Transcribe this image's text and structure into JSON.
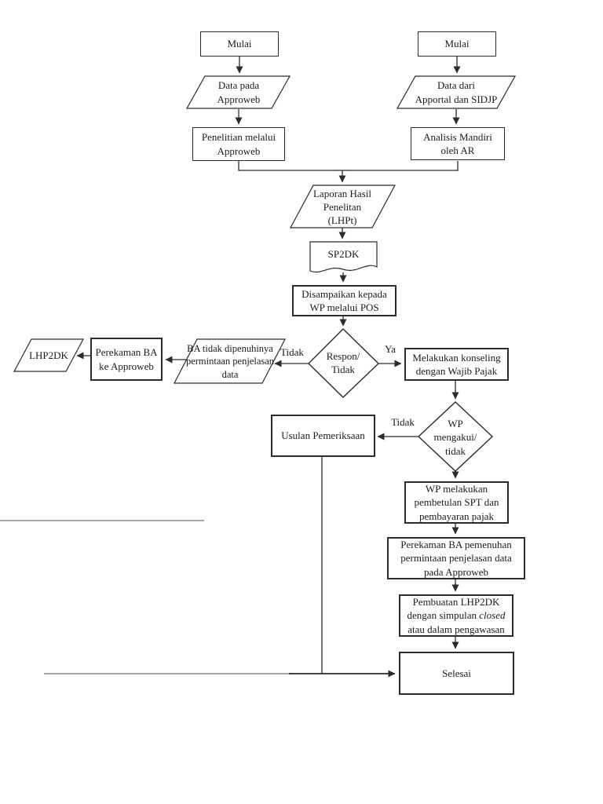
{
  "document_type": "flowchart-page",
  "colors": {
    "background": "#ffffff",
    "line": "#2b2b2b",
    "gray_line": "#8c8c8c",
    "border": "#2b2b2b",
    "text": "#1b1b1b"
  },
  "nodes": {
    "mulai_left": "Mulai",
    "data_pada_approweb": [
      "Data pada",
      "Approweb"
    ],
    "penelitian_melalui_approweb": [
      "Penelitian melalui",
      "Approweb"
    ],
    "mulai_right": "Mulai",
    "data_dari_apportal_sidjp": [
      "Data dari",
      "Apportal dan SIDJP"
    ],
    "analisis_mandiri_oleh_ar": [
      "Analisis Mandiri",
      "oleh AR"
    ],
    "laporan_hasil_penelitan": [
      "Laporan Hasil",
      "Penelitan",
      "(LHPt)"
    ],
    "sp2dk": "SP2DK",
    "disampaikan_kepada_wp": [
      "Disampaikan kepada",
      "WP melalui POS"
    ],
    "respon_tidak": [
      "Respon/",
      "Tidak"
    ],
    "melakukan_konseling": [
      "Melakukan konseling",
      "dengan Wajib Pajak"
    ],
    "ba_tidak_dipenuhinya": [
      "BA tidak dipenuhinya",
      "permintaan penjelasan",
      "data"
    ],
    "perekaman_ba_ke_approweb": [
      "Perekaman BA",
      "ke Approweb"
    ],
    "lhp2dk": "LHP2DK",
    "wp_mengakui_tidak": [
      "WP",
      "mengakui/",
      "tidak"
    ],
    "usulan_pemeriksaan": "Usulan Pemeriksaan",
    "wp_melakukan_pembetulan": [
      "WP melakukan",
      "pembetulan SPT dan",
      "pembayaran pajak"
    ],
    "perekaman_ba_pemenuhan": [
      "Perekaman BA pemenuhan",
      "permintaan penjelasan data",
      "pada Approweb"
    ],
    "pembuatan_lhp2dk": {
      "line1": "Pembuatan LHP2DK",
      "line2_before": "dengan simpulan",
      "line2_italic": "closed",
      "line3": "atau dalam pengawasan"
    },
    "selesai": "Selesai"
  },
  "edge_labels": {
    "tidak_respon": "Tidak",
    "ya": "Ya",
    "tidak_mengakui": "Tidak"
  }
}
